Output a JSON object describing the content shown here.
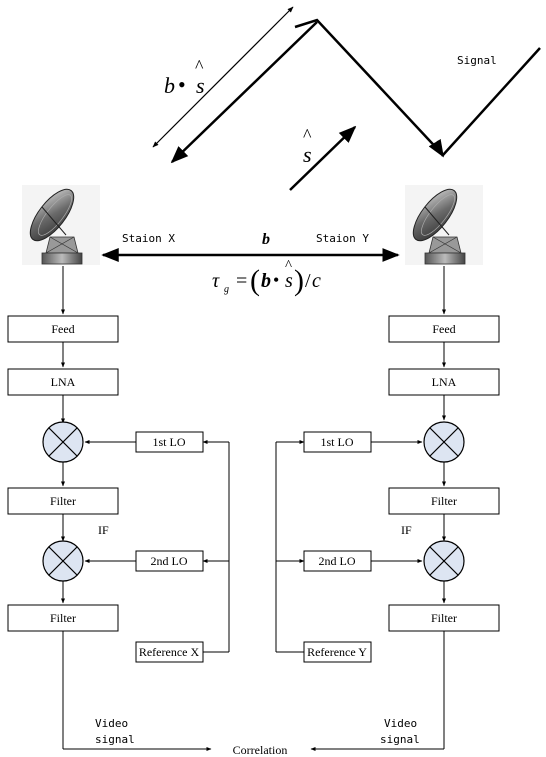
{
  "top": {
    "signal_label": "Signal",
    "baseline_proj": {
      "b": "b",
      "dot": "•",
      "s": "s",
      "hat": "^"
    },
    "unit_vec": {
      "s": "s",
      "hat": "^"
    }
  },
  "baseline": {
    "left_station": "Staion X",
    "right_station": "Staion Y",
    "b": "b",
    "delay_formula": {
      "tau": "τ",
      "sub": "g",
      "eq": "=",
      "open": "(",
      "b": "b",
      "dot": "•",
      "s": "s",
      "hat": "^",
      "close": ")",
      "div": "/",
      "c": "c"
    }
  },
  "left_chain": {
    "feed": "Feed",
    "lna": "LNA",
    "lo1": "1st LO",
    "filter1": "Filter",
    "if": "IF",
    "lo2": "2nd LO",
    "filter2": "Filter",
    "reference": "Reference X",
    "video_line1": "Video",
    "video_line2": "signal"
  },
  "right_chain": {
    "feed": "Feed",
    "lna": "LNA",
    "lo1": "1st LO",
    "filter1": "Filter",
    "if": "IF",
    "lo2": "2nd LO",
    "filter2": "Filter",
    "reference": "Reference Y",
    "video_line1": "Video",
    "video_line2": "signal"
  },
  "correlation": "Correlation",
  "colors": {
    "mixer_fill": "#dde5f2",
    "line": "#000000",
    "dish_dark": "#3a3a3a",
    "dish_mid": "#8a8a8a",
    "dish_light": "#d6d6d6"
  },
  "icons": [
    "dish-antenna-icon",
    "mixer-icon"
  ]
}
